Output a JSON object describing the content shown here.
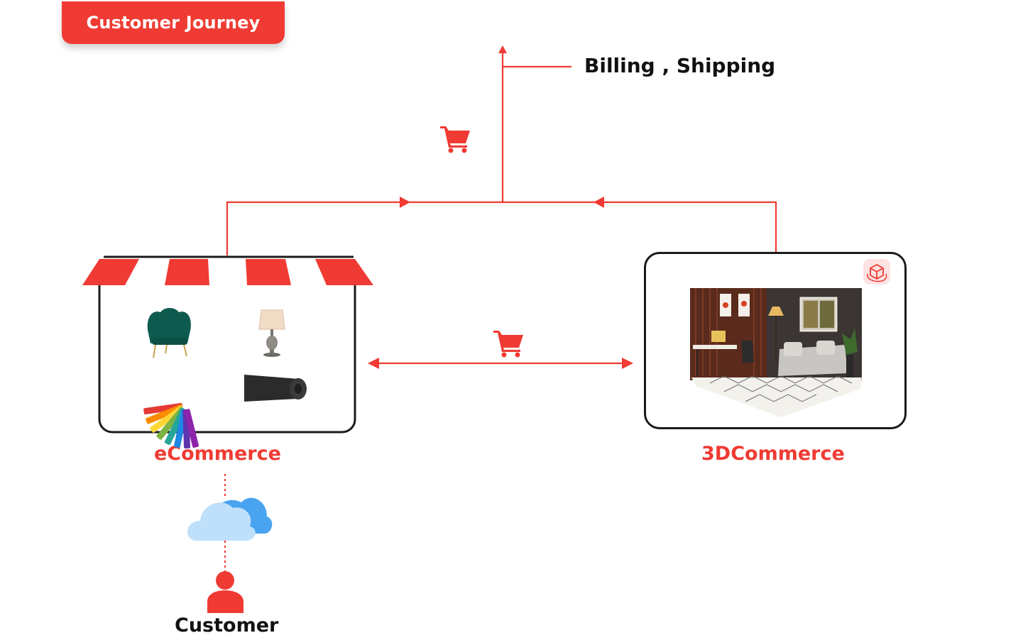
{
  "header": {
    "title": "Customer Journey"
  },
  "labels": {
    "billing_shipping": "Billing , Shipping",
    "ecommerce": "eCommerce",
    "three_d_commerce": "3DCommerce",
    "customer": "Customer"
  },
  "icons": {
    "top_cart": "shopping-cart-icon",
    "middle_cart": "shopping-cart-icon",
    "cloud": "cloud-icon",
    "customer": "user-icon",
    "ar_view": "3d-cube-rotate-icon"
  },
  "colors": {
    "accent": "#ef3b33",
    "dark": "#1b1b1b",
    "cloud_light": "#bfe0fb",
    "cloud_dark": "#4aa3ef"
  }
}
